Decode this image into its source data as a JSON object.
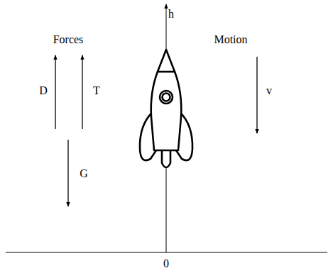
{
  "diagram": {
    "labels": [
      "h",
      "Forces",
      "Motion",
      "D",
      "T",
      "G",
      "v",
      "0"
    ]
  }
}
